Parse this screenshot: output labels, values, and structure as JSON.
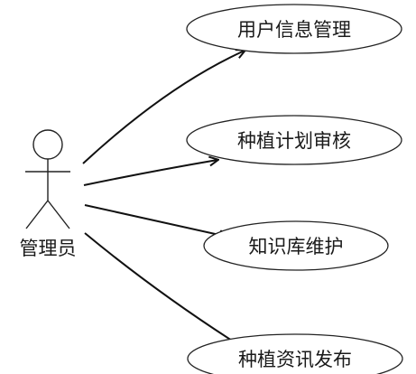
{
  "actor": {
    "name": "管理员"
  },
  "use_cases": [
    {
      "label": "用户信息管理"
    },
    {
      "label": "种植计划审核"
    },
    {
      "label": "知识库维护"
    },
    {
      "label": "种植资讯发布"
    }
  ]
}
